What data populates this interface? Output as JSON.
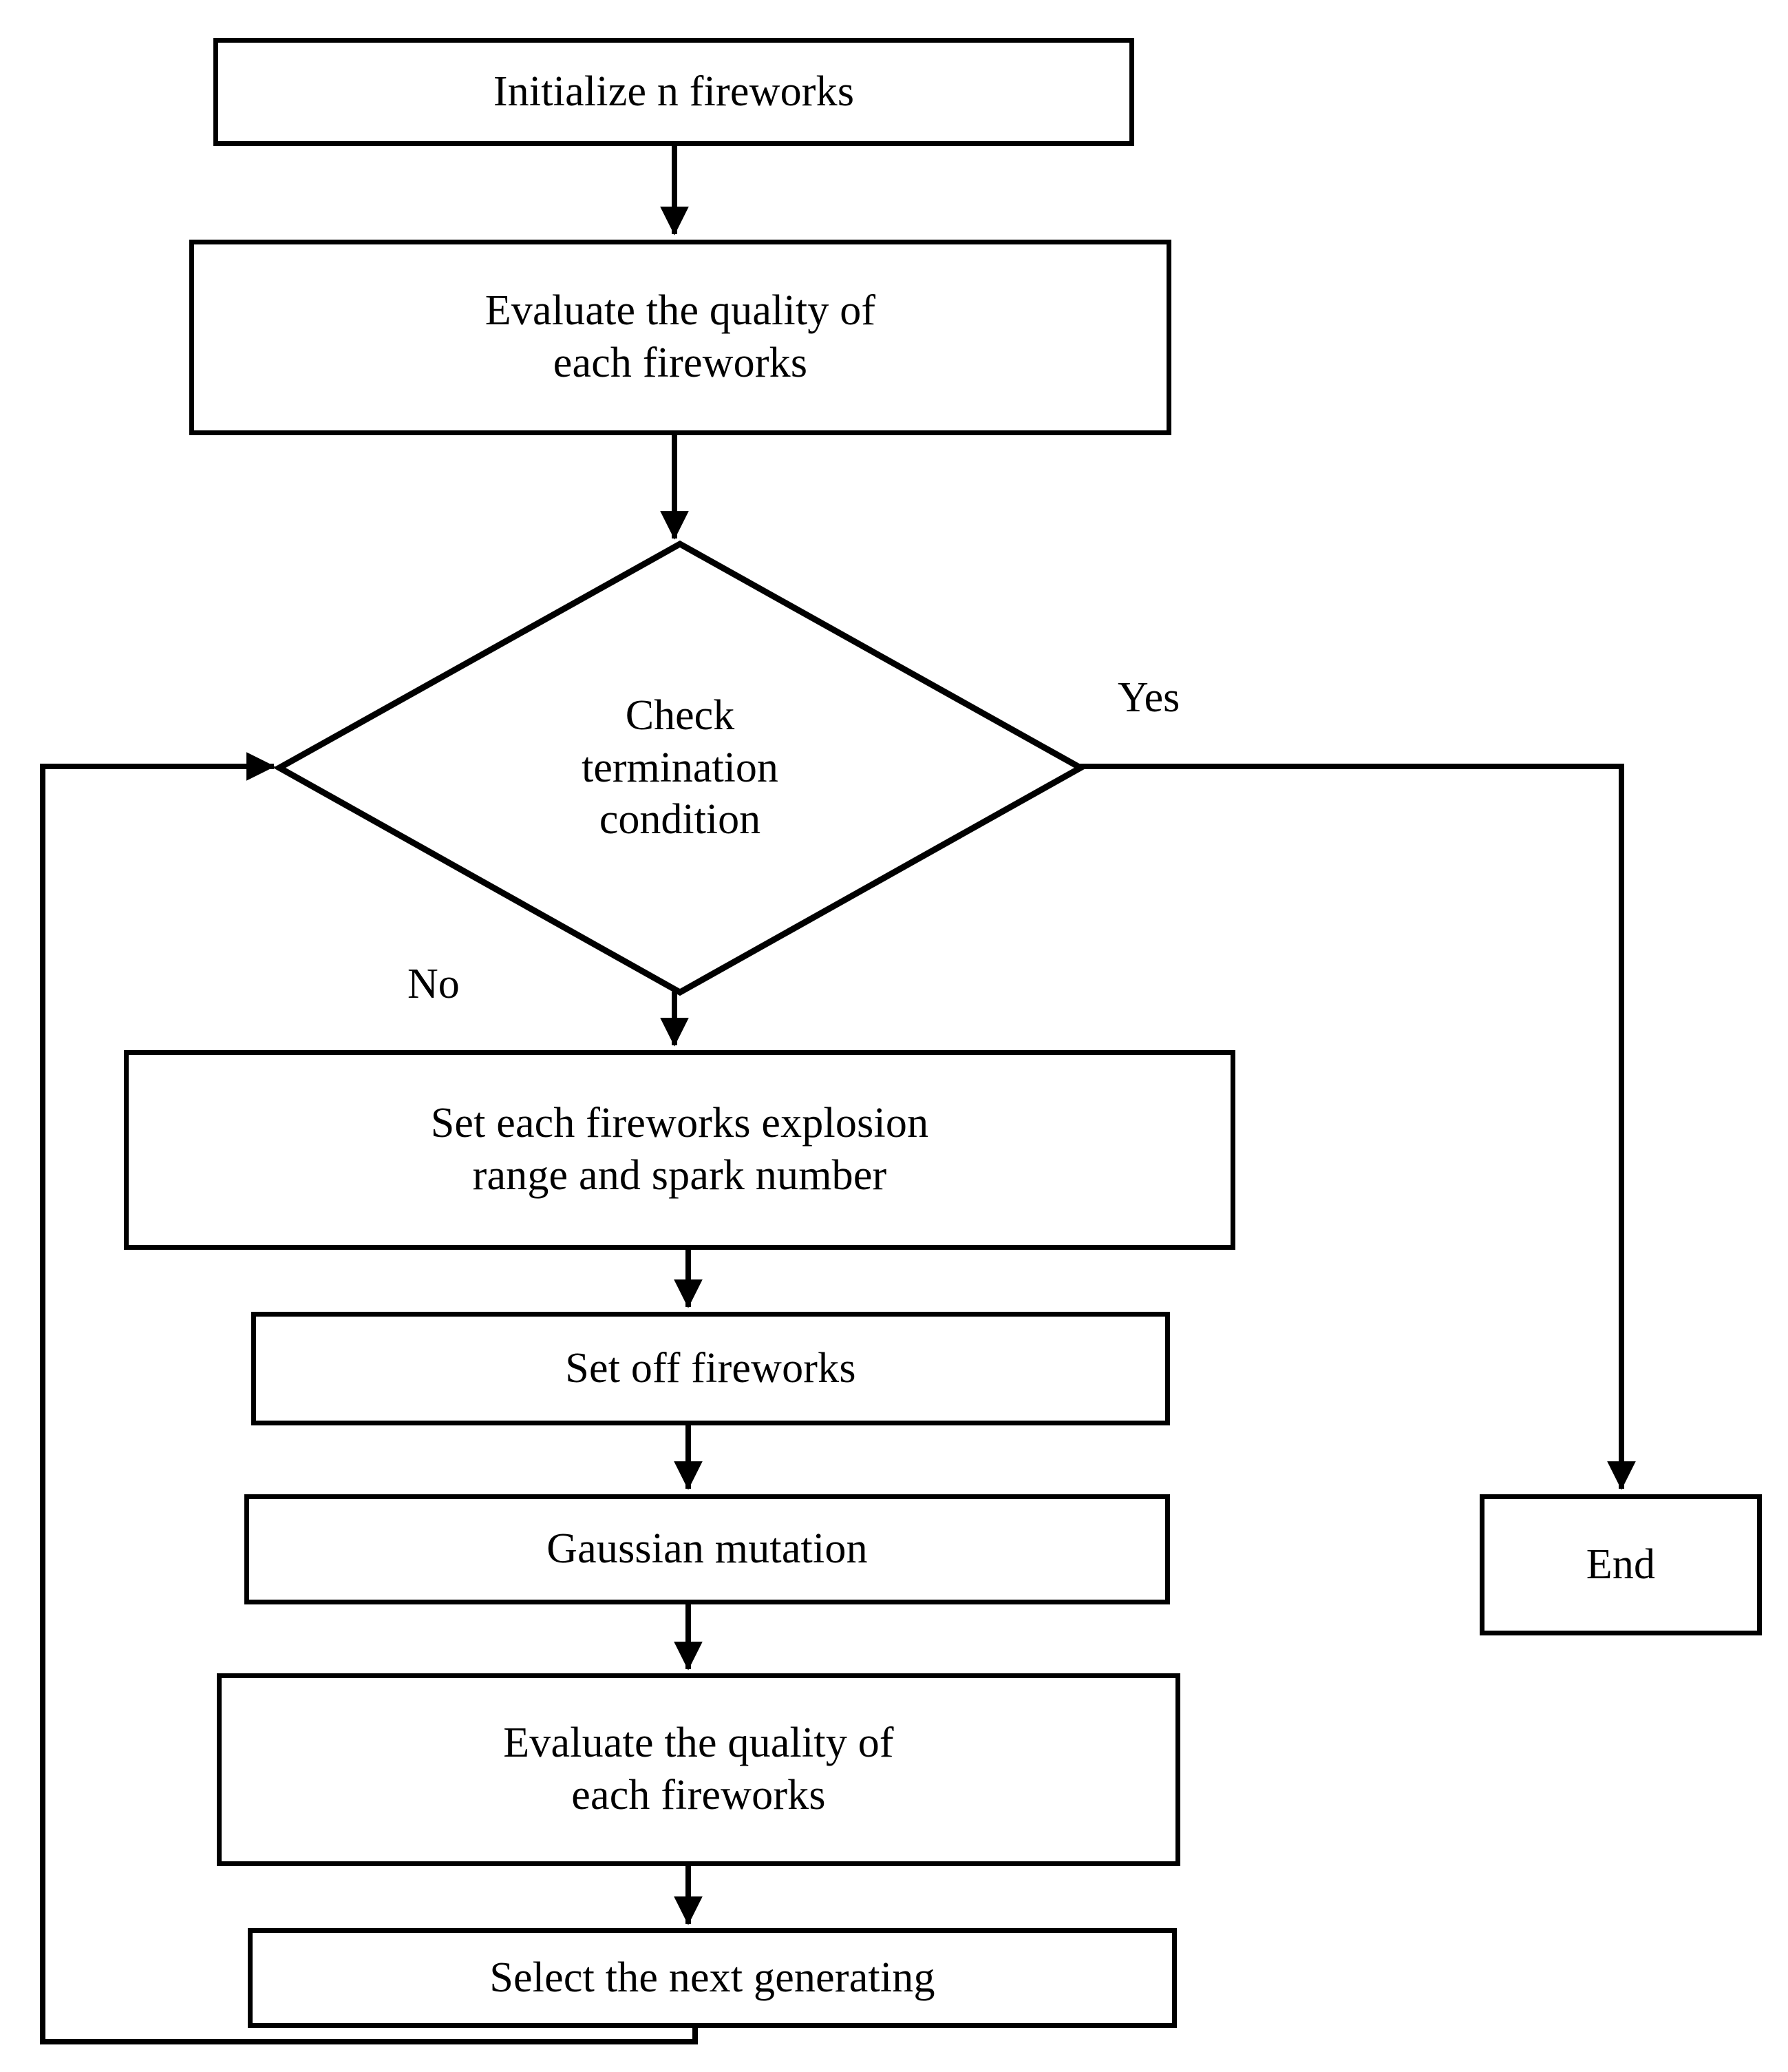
{
  "diagram": {
    "title": "Fireworks algorithm flowchart",
    "type": "flowchart",
    "background_color": "#ffffff",
    "stroke_color": "#000000",
    "text_color": "#000000"
  },
  "nodes": {
    "initialize": {
      "text": "Initialize n fireworks",
      "shape": "process"
    },
    "evaluate_top": {
      "text": "Evaluate the quality of\neach fireworks",
      "shape": "process"
    },
    "check": {
      "text": "Check\ntermination\ncondition",
      "shape": "decision"
    },
    "set_explosion": {
      "text": "Set each fireworks explosion\nrange and spark number",
      "shape": "process"
    },
    "set_off": {
      "text": "Set off fireworks",
      "shape": "process"
    },
    "gaussian": {
      "text": "Gaussian mutation",
      "shape": "process"
    },
    "evaluate_bottom": {
      "text": "Evaluate the quality of\neach fireworks",
      "shape": "process"
    },
    "select_next": {
      "text": "Select the next generating",
      "shape": "process"
    },
    "end": {
      "text": "End",
      "shape": "terminator"
    }
  },
  "edge_labels": {
    "yes": "Yes",
    "no": "No"
  },
  "edges": [
    {
      "from": "initialize",
      "to": "evaluate_top",
      "label": ""
    },
    {
      "from": "evaluate_top",
      "to": "check",
      "label": ""
    },
    {
      "from": "check",
      "to": "end",
      "label": "Yes"
    },
    {
      "from": "check",
      "to": "set_explosion",
      "label": "No"
    },
    {
      "from": "set_explosion",
      "to": "set_off",
      "label": ""
    },
    {
      "from": "set_off",
      "to": "gaussian",
      "label": ""
    },
    {
      "from": "gaussian",
      "to": "evaluate_bottom",
      "label": ""
    },
    {
      "from": "evaluate_bottom",
      "to": "select_next",
      "label": ""
    },
    {
      "from": "select_next",
      "to": "check",
      "label": ""
    }
  ]
}
